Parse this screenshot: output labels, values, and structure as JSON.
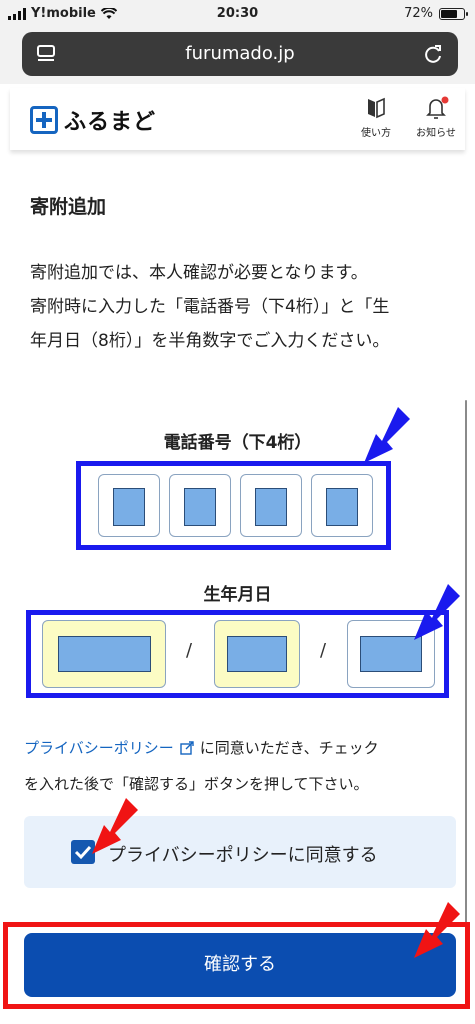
{
  "status_bar": {
    "carrier": "Y!mobile",
    "time": "20:30",
    "battery": "72%",
    "battery_level": 0.72
  },
  "browser": {
    "url": "furumado.jp"
  },
  "header": {
    "logo_text": "ふるまど",
    "guide_label": "使い方",
    "news_label": "お知らせ",
    "colors": {
      "brand": "#1565c0",
      "notification_dot": "#e53935"
    }
  },
  "page": {
    "title": "寄附追加",
    "intro_lines": [
      "寄附追加では、本人確認が必要となります。",
      "寄附時に入力した「電話番号（下4桁）」と「生",
      "年月日（8桁）」を半角数字でご入力ください。"
    ]
  },
  "form": {
    "phone_label": "電話番号（下4桁）",
    "birth_label": "生年月日",
    "date_separator": "/"
  },
  "privacy": {
    "link_text": "プライバシーポリシー",
    "line1_rest": "に同意いただき、チェック",
    "line2": "を入れた後で「確認する」ボタンを押して下さい。",
    "checkbox_label": "プライバシーポリシーに同意する",
    "checked": true
  },
  "confirm_button_label": "確認する",
  "colors": {
    "primary_button": "#0b4db0",
    "highlight_blue": "#1a1aee",
    "highlight_red": "#f01414",
    "field_placeholder": "#79aee6",
    "field_yellow": "#fcfcc4"
  }
}
